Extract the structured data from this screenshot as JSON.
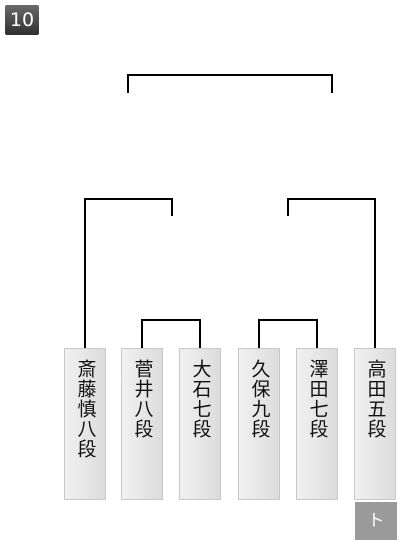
{
  "round_badge": "10",
  "players": [
    {
      "name": "斎藤慎八段"
    },
    {
      "name": "菅井八段"
    },
    {
      "name": "大石七段"
    },
    {
      "name": "久保九段"
    },
    {
      "name": "澤田七段"
    },
    {
      "name": "高田五段"
    }
  ],
  "result_marker": "ト",
  "colors": {
    "badge_bg": "#3c3c3c",
    "card_bg": "#e8e8e8",
    "line": "#000000",
    "marker_bg": "#9a9a9a"
  }
}
